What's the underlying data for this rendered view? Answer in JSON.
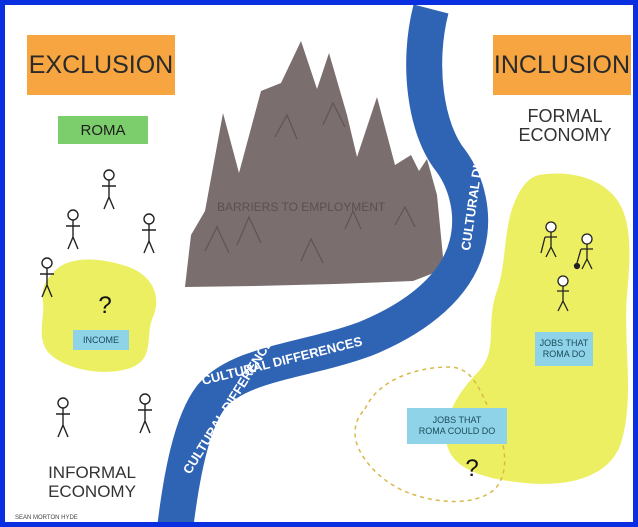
{
  "exclusion": {
    "label": "EXCLUSION",
    "group": "ROMA",
    "income": "INCOME",
    "question": "?",
    "economy_line1": "INFORMAL",
    "economy_line2": "ECONOMY"
  },
  "inclusion": {
    "label": "INCLUSION",
    "economy_line1": "FORMAL",
    "economy_line2": "ECONOMY",
    "jobs_do_line1": "JOBS THAT",
    "jobs_do_line2": "ROMA DO",
    "jobs_could_line1": "JOBS THAT",
    "jobs_could_line2": "ROMA COULD DO",
    "question": "?"
  },
  "mountain": {
    "label": "BARRIERS TO EMPLOYMENT"
  },
  "river": {
    "label": "CULTURAL DIFFERENCES"
  },
  "credit": "SEAN MORTON HYDE",
  "colors": {
    "frame": "#0a2fe0",
    "river": "#2f63b4",
    "mountain": "#7b6e6e",
    "yellow": "#ecef62",
    "orange": "#f6a540",
    "green": "#7ccd6b",
    "cyan": "#8fd3e8"
  }
}
